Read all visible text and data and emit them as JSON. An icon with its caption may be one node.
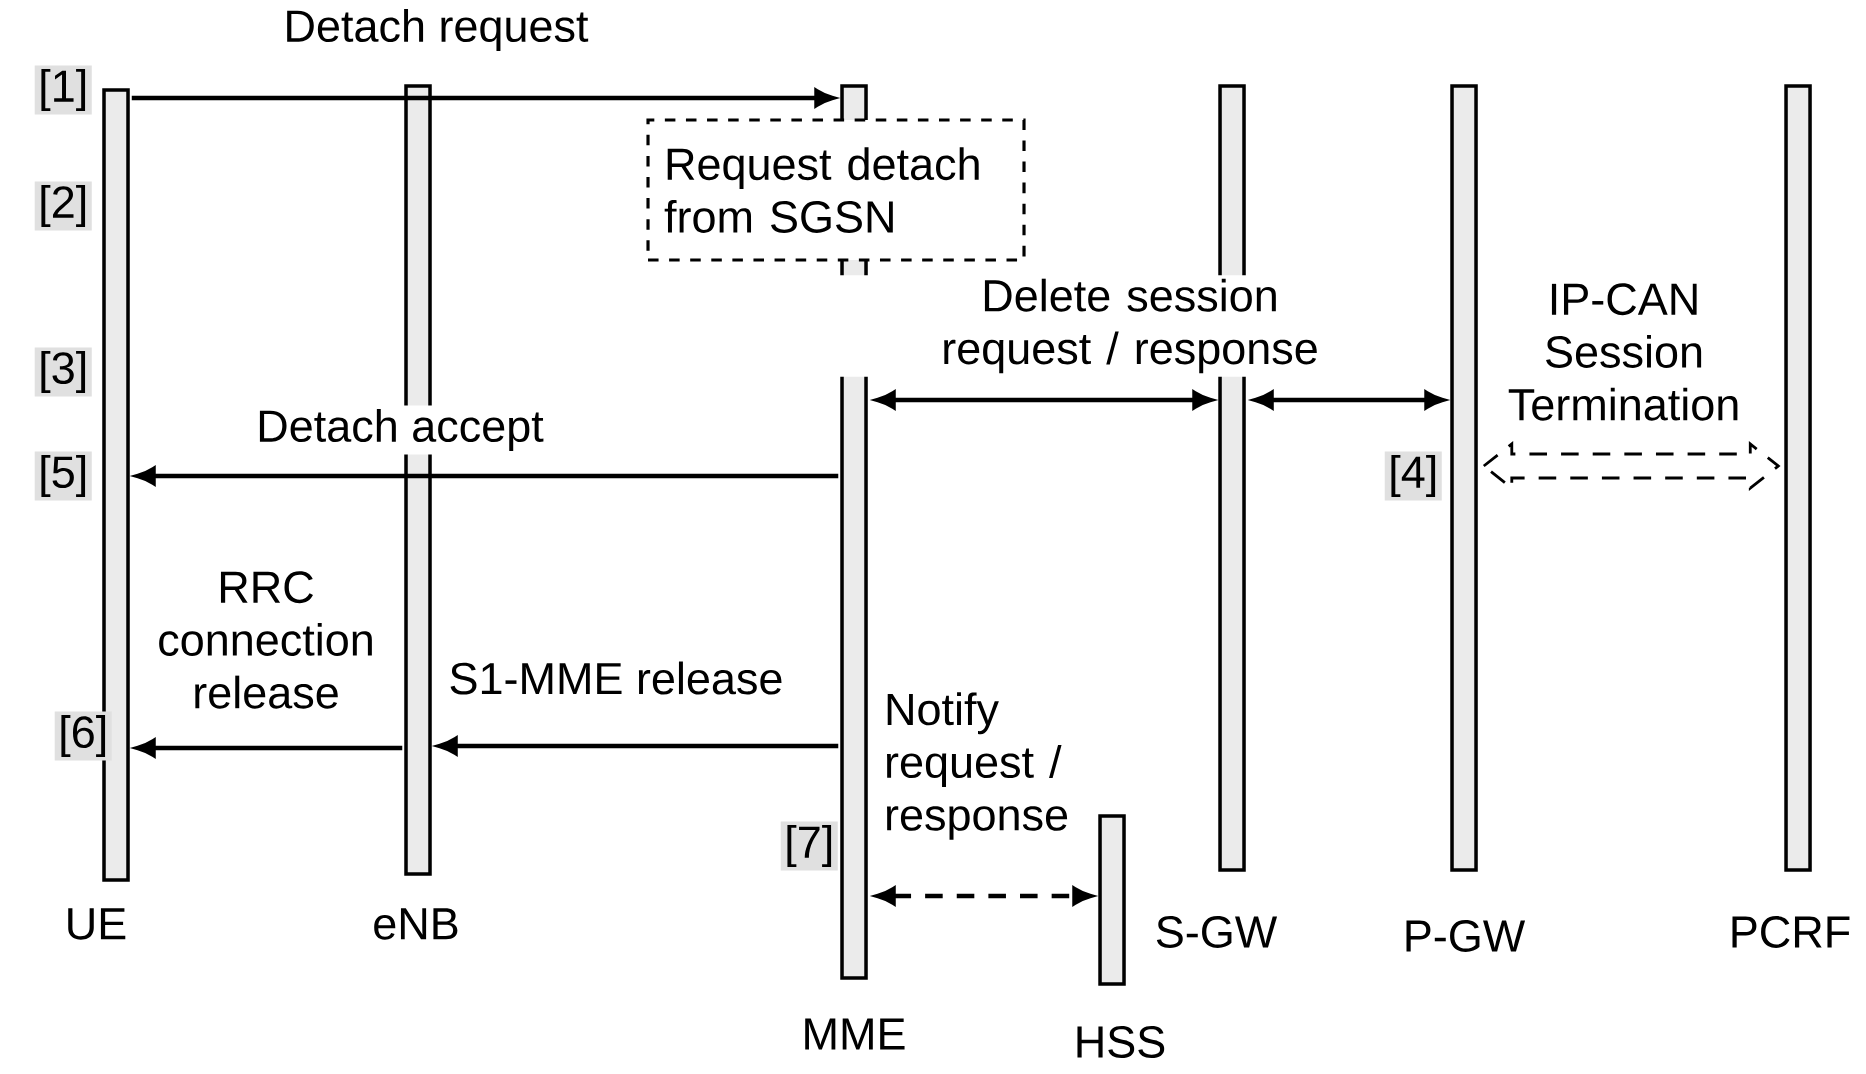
{
  "diagram": {
    "nodes": [
      {
        "text": [
          "UE"
        ]
      },
      {
        "text": [
          "eNB"
        ]
      },
      {
        "text": [
          "MME"
        ]
      },
      {
        "text": [
          "Request detach from SGSN"
        ]
      },
      {
        "text": [
          "S-GW"
        ]
      },
      {
        "text": [
          "P-GW"
        ]
      },
      {
        "text": [
          "PCRF"
        ]
      },
      {
        "text": [
          "HSS"
        ]
      }
    ],
    "edges": [
      {
        "from": 0,
        "to": 2,
        "arrow": "to",
        "label": "Detach request"
      },
      {
        "from": 2,
        "to": 4,
        "arrow": "both",
        "label": "Delete session request / response"
      },
      {
        "from": 4,
        "to": 5,
        "arrow": "both"
      },
      {
        "from": 2,
        "to": 0,
        "arrow": "to",
        "label": "Detach accept"
      },
      {
        "from": 5,
        "to": 6,
        "arrow": "both",
        "label": "IP-CAN Session Termination",
        "style": "dashed"
      },
      {
        "from": 1,
        "to": 0,
        "arrow": "to",
        "label": "RRC connection release"
      },
      {
        "from": 2,
        "to": 1,
        "arrow": "to",
        "label": "S1-MME release"
      },
      {
        "from": 2,
        "to": 7,
        "arrow": "both",
        "label": "Notify request / response",
        "style": "dashed"
      }
    ],
    "labels": [
      "[1]",
      "[2]",
      "[3]",
      "[5]",
      "[4]",
      "[6]",
      "[7]"
    ]
  }
}
